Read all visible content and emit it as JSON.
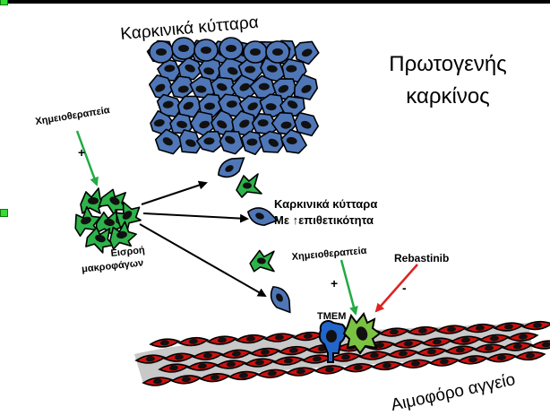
{
  "labels": {
    "cancer_cells_title": "Καρκινικά κύτταρα",
    "primary_cancer_line1": "Πρωτογενής",
    "primary_cancer_line2": "καρκίνος",
    "chemo_left": "Χημειοθεραπεία",
    "plus_left": "+",
    "macrophage_line1": "Εισροή",
    "macrophage_line2": "μακροφάγων",
    "motile_line1": "Καρκινικά κύτταρα",
    "motile_line2": "Με ↑επιθετικότητα",
    "chemo_right": "Χημειοθεραπεία",
    "plus_right": "+",
    "rebastinib": "Rebastinib",
    "minus": "-",
    "tmem": "TMEM",
    "vessel": "Αιμοφόρο αγγείο"
  },
  "colors": {
    "tumor_cell": "#4f77b8",
    "nucleus": "#111111",
    "macrophage": "#2db34a",
    "endothelial": "#cc1111",
    "vessel_lumen": "#c8c8c8",
    "tmem_blue": "#2266cc",
    "tmem_green": "#7cc242",
    "arrow_green": "#22aa44",
    "arrow_red": "#dd2222",
    "handle": "#33dd33"
  },
  "icons": [
    "tumor-cell-icon",
    "macrophage-icon",
    "endothelial-cell-icon",
    "tmem-complex-icon",
    "arrow-icon"
  ]
}
